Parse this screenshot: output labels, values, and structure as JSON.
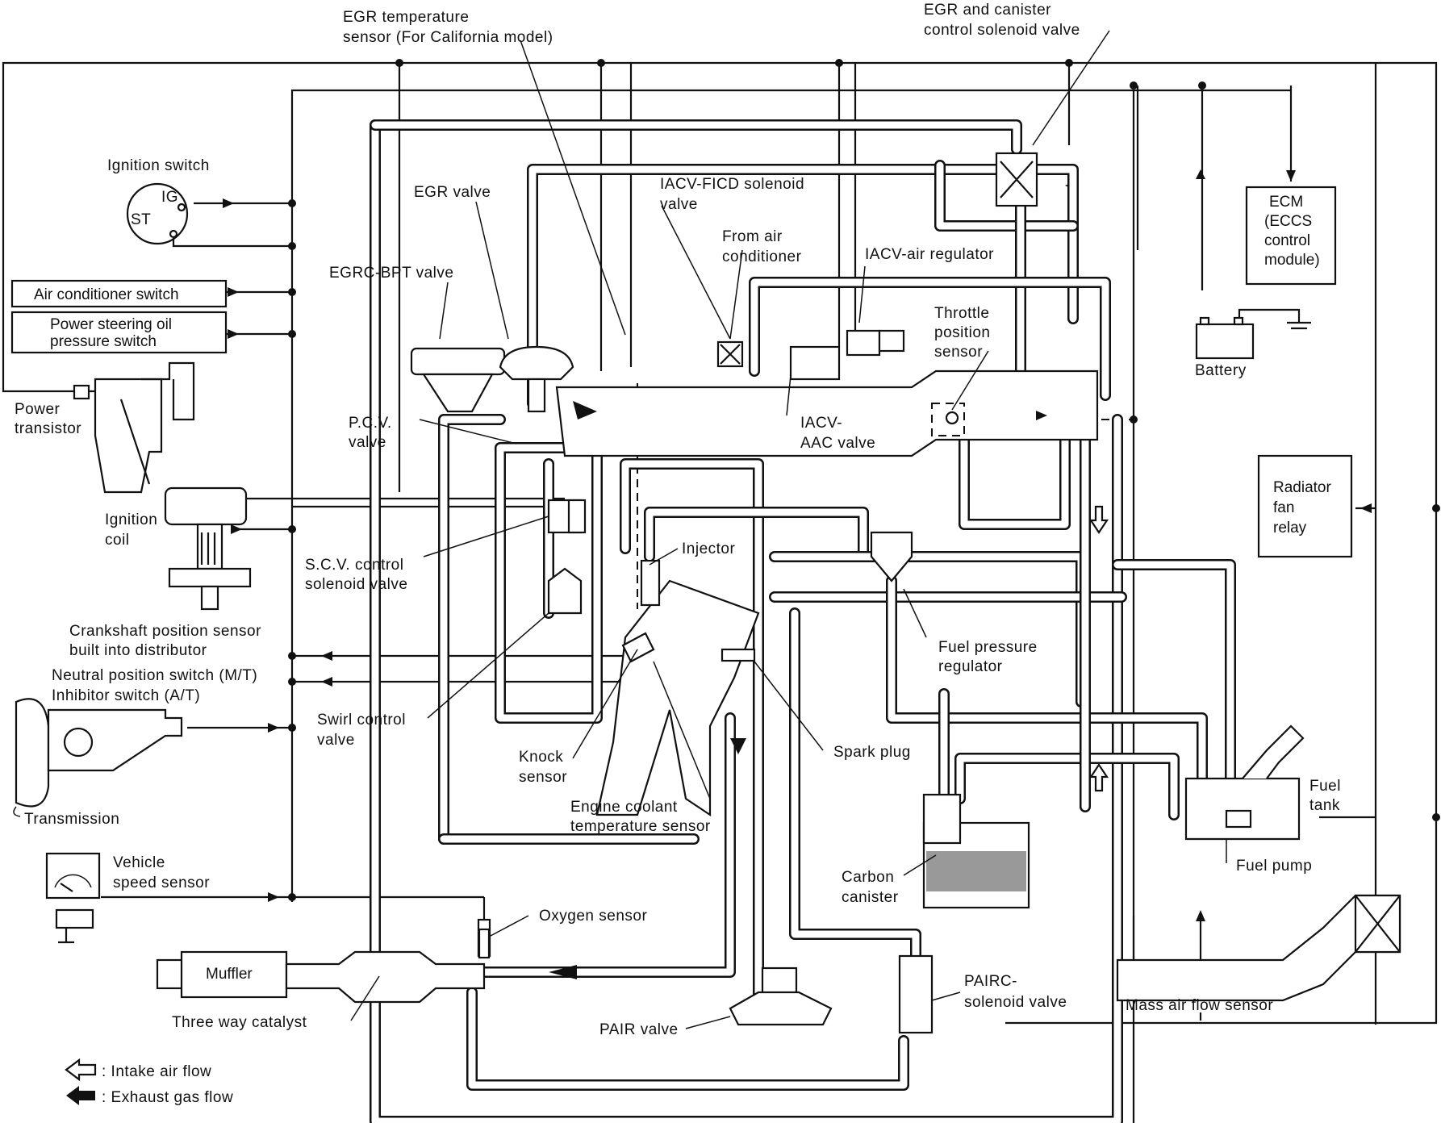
{
  "labels": {
    "egr_temp_sensor_l1": "EGR temperature",
    "egr_temp_sensor_l2": "sensor (For California model)",
    "egr_canister_l1": "EGR and canister",
    "egr_canister_l2": "control solenoid valve",
    "ignition_switch": "Ignition switch",
    "ig": "IG",
    "st": "ST",
    "egr_valve": "EGR valve",
    "iacv_ficd_l1": "IACV-FICD solenoid",
    "iacv_ficd_l2": "valve",
    "from_ac_l1": "From air",
    "from_ac_l2": "conditioner",
    "iacv_air_reg": "IACV-air regulator",
    "egrc_bpt": "EGRC-BPT valve",
    "ac_switch": "Air conditioner switch",
    "ps_switch_l1": "Power steering oil",
    "ps_switch_l2": "pressure switch",
    "throttle_l1": "Throttle",
    "throttle_l2": "position",
    "throttle_l3": "sensor",
    "power_transistor_l1": "Power",
    "power_transistor_l2": "transistor",
    "pcv_l1": "P.C.V.",
    "pcv_l2": "valve",
    "iacv_aac_l1": "IACV-",
    "iacv_aac_l2": "AAC valve",
    "ignition_coil_l1": "Ignition",
    "ignition_coil_l2": "coil",
    "scv_l1": "S.C.V. control",
    "scv_l2": "solenoid valve",
    "injector": "Injector",
    "crank_l1": "Crankshaft position sensor",
    "crank_l2": "built into distributor",
    "fuel_reg_l1": "Fuel pressure",
    "fuel_reg_l2": "regulator",
    "neutral_l1": "Neutral position switch (M/T)",
    "neutral_l2": "Inhibitor switch (A/T)",
    "swirl_l1": "Swirl control",
    "swirl_l2": "valve",
    "spark_plug": "Spark plug",
    "knock_l1": "Knock",
    "knock_l2": "sensor",
    "coolant_l1": "Engine coolant",
    "coolant_l2": "temperature sensor",
    "transmission": "Transmission",
    "vss_l1": "Vehicle",
    "vss_l2": "speed sensor",
    "carbon_l1": "Carbon",
    "carbon_l2": "canister",
    "oxygen": "Oxygen sensor",
    "muffler": "Muffler",
    "twc": "Three way catalyst",
    "pair_valve": "PAIR valve",
    "pairc_l1": "PAIRC-",
    "pairc_l2": "solenoid valve",
    "maf": "Mass air flow sensor",
    "fuel_pump": "Fuel pump",
    "fuel_tank_l1": "Fuel",
    "fuel_tank_l2": "tank",
    "ecm_l1": "ECM",
    "ecm_l2": "(ECCS",
    "ecm_l3": "control",
    "ecm_l4": "module)",
    "battery": "Battery",
    "radiator_l1": "Radiator",
    "radiator_l2": "fan",
    "radiator_l3": "relay"
  },
  "legend": {
    "intake": ": Intake air flow",
    "exhaust": ": Exhaust gas flow"
  }
}
